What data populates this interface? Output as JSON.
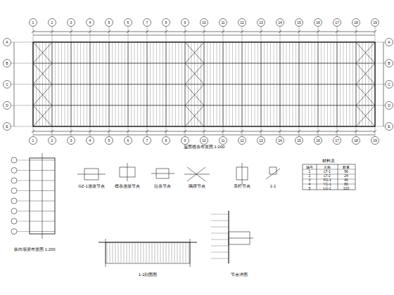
{
  "diagram": {
    "labels": [
      "屋面檩条布置图 1:200",
      "纵向墙梁布置图 1:200",
      "GZ-1连接节点",
      "檩条连接节点",
      "拉条节点",
      "隅撑节点",
      "系杆节点",
      "1-1",
      "1-1剖面图",
      "节点详图",
      "材料表",
      "编号",
      "名称",
      "数量",
      "1",
      "LT-1",
      "96",
      "2",
      "LT-2",
      "24",
      "3",
      "XG-1",
      "40",
      "4",
      "YC-1",
      "80",
      "5",
      "LG-1",
      "120",
      "1",
      "2",
      "3",
      "4",
      "5",
      "6",
      "7",
      "8",
      "9",
      "10",
      "11",
      "12",
      "13",
      "14",
      "15",
      "16",
      "17",
      "18",
      "19",
      "1",
      "2",
      "3",
      "4",
      "5",
      "6",
      "7",
      "8",
      "9",
      "10",
      "11",
      "12",
      "13",
      "14",
      "15",
      "16",
      "17",
      "18",
      "19",
      "A",
      "B",
      "C",
      "D",
      "E",
      "A",
      "B",
      "C",
      "D",
      "E"
    ]
  }
}
